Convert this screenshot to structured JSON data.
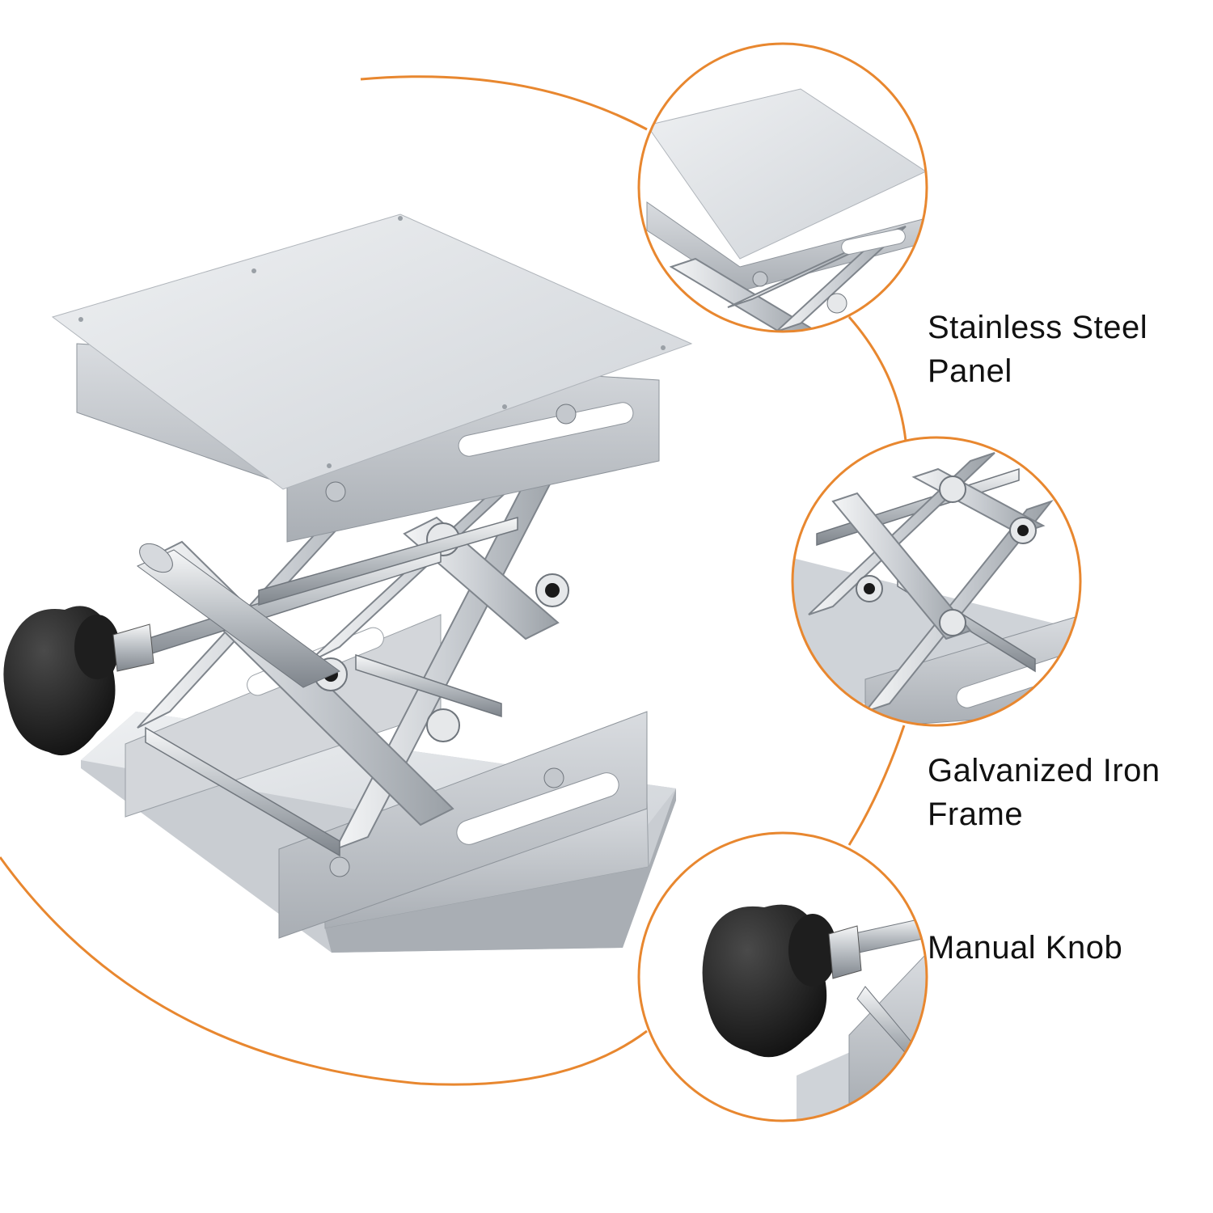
{
  "colors": {
    "accent_orange": "#E8872F",
    "steel_light": "#E3E5E8",
    "steel_mid": "#C4C8CD",
    "steel_dark": "#8E949B",
    "knob_black": "#151515",
    "background": "#FFFFFF"
  },
  "image": {
    "subject": "lab-jack-scissor-lift",
    "callouts": [
      {
        "icon": "zoom-panel-detail",
        "lines": [
          "Stainless Steel",
          "Panel"
        ]
      },
      {
        "icon": "zoom-frame-detail",
        "lines": [
          "Galvanized Iron",
          "Frame"
        ]
      },
      {
        "icon": "zoom-knob-detail",
        "lines": [
          "Manual Knob"
        ]
      }
    ]
  }
}
